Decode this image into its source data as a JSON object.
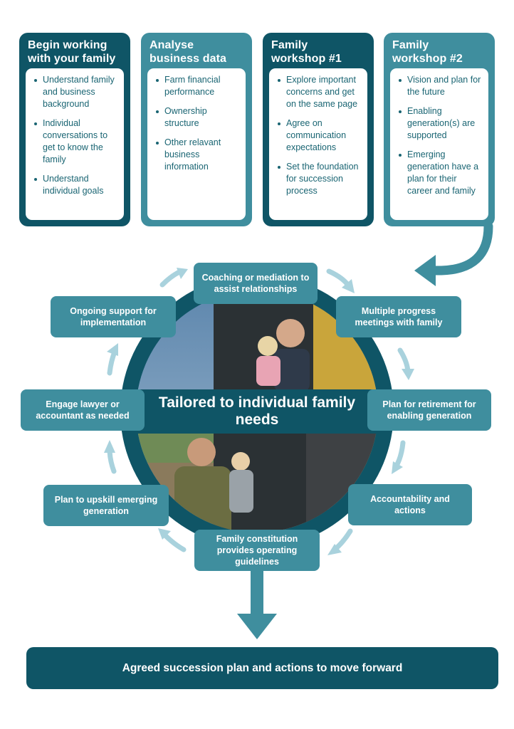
{
  "steps": [
    {
      "title": "Begin working with your family",
      "items": [
        "Understand family and business background",
        "Individual conversations to get to know the family",
        "Understand individual goals"
      ]
    },
    {
      "title": "Analyse business data",
      "items": [
        "Farm financial performance",
        "Ownership structure",
        "Other relavant business information"
      ]
    },
    {
      "title": "Family workshop #1",
      "items": [
        "Explore important concerns and get on the same page",
        "Agree on communication expectations",
        "Set the foundation for succession process"
      ]
    },
    {
      "title": "Family workshop #2",
      "items": [
        "Vision and plan for the future",
        "Enabling generation(s) are supported",
        "Emerging generation have a plan for their career and family"
      ]
    }
  ],
  "cycle": {
    "center": "Tailored to individual family needs",
    "nodes": [
      "Coaching or mediation to assist relationships",
      "Multiple progress meetings with family",
      "Plan for retirement for enabling generation",
      "Accountability and actions",
      "Family constitution provides operating guidelines",
      "Plan to upskill emerging generation",
      "Engage lawyer or accountant as needed",
      "Ongoing support for implementation"
    ]
  },
  "outcome": "Agreed succession plan and actions to move forward",
  "colors": {
    "dark": "#0f5566",
    "mid": "#3f8e9e",
    "light_arrow": "#a9d2dd",
    "text": "#1a6573"
  },
  "photo_description_icons": [
    "family-photo"
  ]
}
